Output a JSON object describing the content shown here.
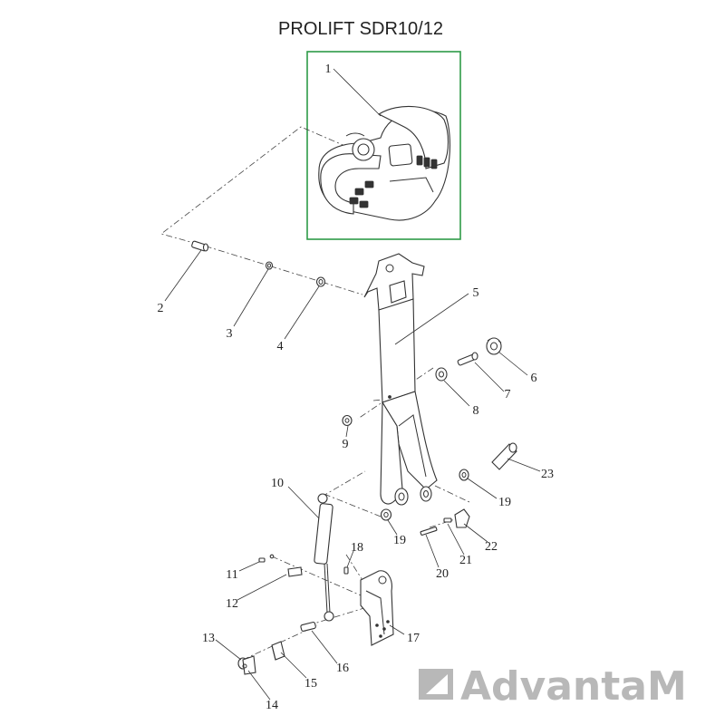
{
  "title": "PROLIFT SDR10/12",
  "callouts": [
    "1",
    "2",
    "3",
    "4",
    "5",
    "6",
    "7",
    "8",
    "9",
    "10",
    "11",
    "12",
    "13",
    "14",
    "15",
    "16",
    "17",
    "18",
    "19",
    "19",
    "20",
    "21",
    "22",
    "23"
  ],
  "highlight_color": "#2e9b47",
  "watermark": {
    "text": "AdvantaM",
    "icon": "advantam-logo-icon",
    "color": "#b8b8b8"
  }
}
